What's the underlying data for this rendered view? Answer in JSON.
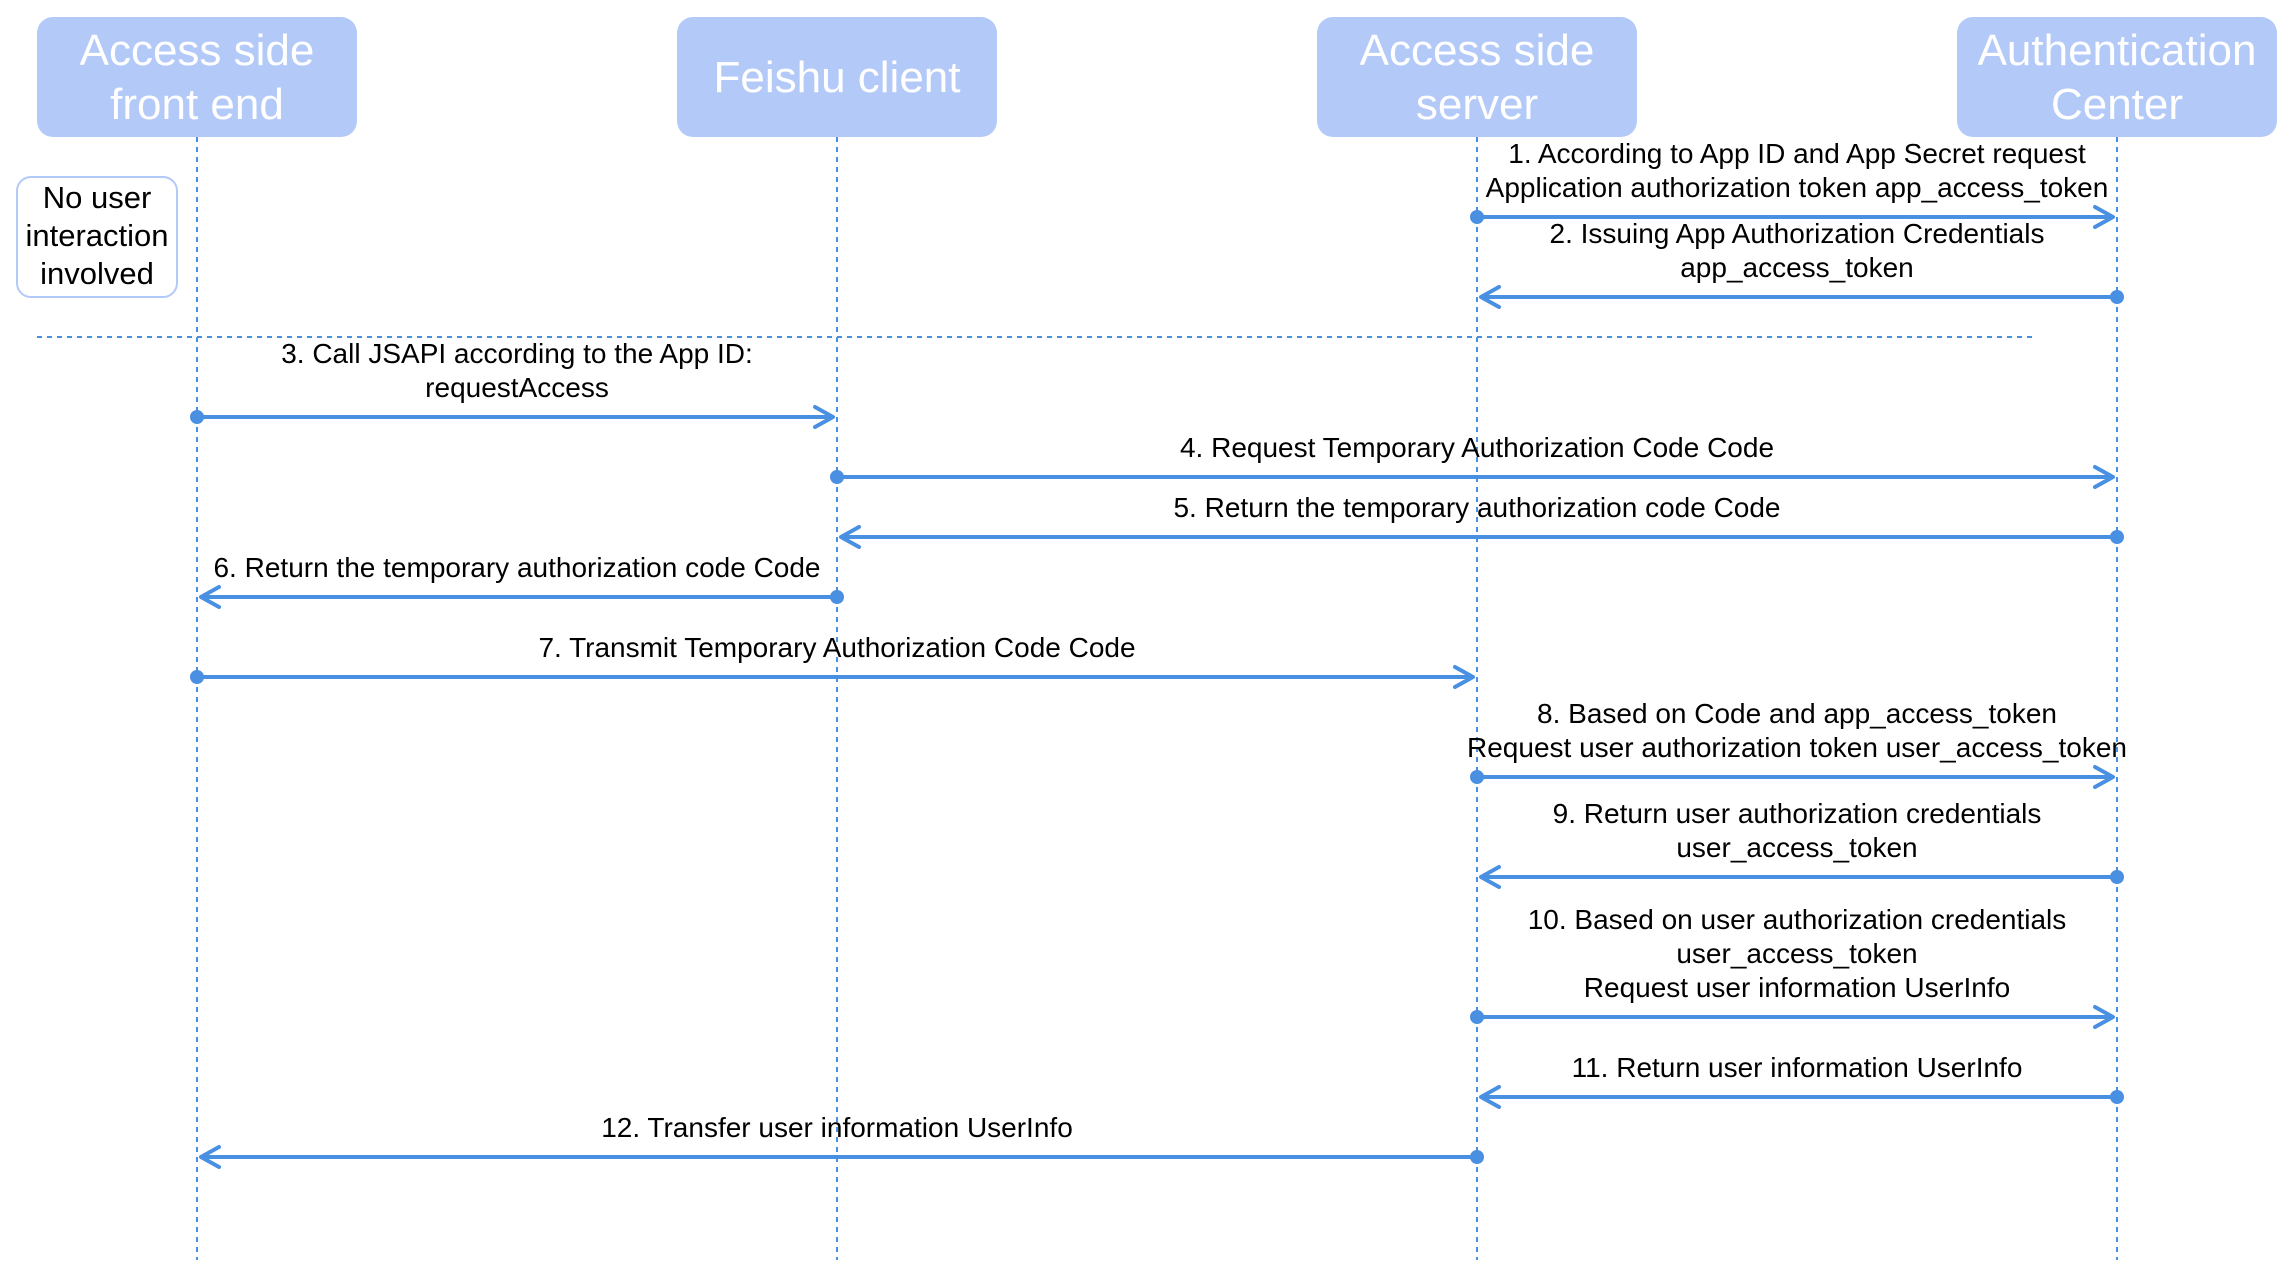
{
  "participants": [
    {
      "id": "frontend",
      "label": [
        "Access side",
        "front end"
      ]
    },
    {
      "id": "feishu",
      "label": [
        "Feishu client"
      ]
    },
    {
      "id": "server",
      "label": [
        "Access side",
        "server"
      ]
    },
    {
      "id": "auth",
      "label": [
        "Authentication",
        "Center"
      ]
    }
  ],
  "note": {
    "lines": [
      "No user",
      "interaction",
      "involved"
    ]
  },
  "messages": [
    {
      "number": 1,
      "from": "server",
      "to": "auth",
      "lines": [
        "1. According to App ID and App Secret request",
        "Application authorization token app_access_token"
      ]
    },
    {
      "number": 2,
      "from": "auth",
      "to": "server",
      "lines": [
        "2. Issuing App Authorization Credentials",
        "app_access_token"
      ]
    },
    {
      "number": 3,
      "from": "frontend",
      "to": "feishu",
      "lines": [
        "3. Call JSAPI according to the App ID:",
        "requestAccess"
      ]
    },
    {
      "number": 4,
      "from": "feishu",
      "to": "auth",
      "lines": [
        "4. Request Temporary Authorization Code Code"
      ]
    },
    {
      "number": 5,
      "from": "auth",
      "to": "feishu",
      "lines": [
        "5. Return the temporary authorization code Code"
      ]
    },
    {
      "number": 6,
      "from": "feishu",
      "to": "frontend",
      "lines": [
        "6. Return the temporary authorization code Code"
      ]
    },
    {
      "number": 7,
      "from": "frontend",
      "to": "server",
      "lines": [
        "7. Transmit Temporary Authorization Code Code"
      ]
    },
    {
      "number": 8,
      "from": "server",
      "to": "auth",
      "lines": [
        "8. Based on Code and app_access_token",
        "Request user authorization token user_access_token"
      ]
    },
    {
      "number": 9,
      "from": "auth",
      "to": "server",
      "lines": [
        "9. Return user authorization credentials",
        "user_access_token"
      ]
    },
    {
      "number": 10,
      "from": "server",
      "to": "auth",
      "lines": [
        "10. Based on user authorization credentials",
        "user_access_token",
        "Request user information UserInfo"
      ]
    },
    {
      "number": 11,
      "from": "auth",
      "to": "server",
      "lines": [
        "11. Return user information UserInfo"
      ]
    },
    {
      "number": 12,
      "from": "server",
      "to": "frontend",
      "lines": [
        "12. Transfer user information UserInfo"
      ]
    }
  ],
  "colors": {
    "participant_fill": "#b3c9f8",
    "participant_text": "#ffffff",
    "line": "#4a90e2",
    "text": "#000000"
  }
}
